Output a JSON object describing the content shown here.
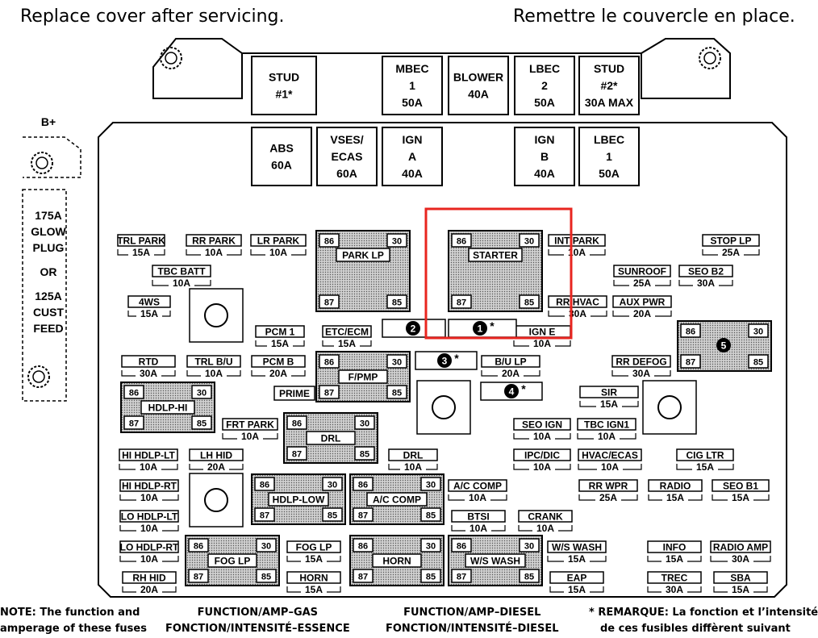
{
  "header": {
    "left": "Replace cover after servicing.",
    "right": "Remettre le couvercle en place."
  },
  "b_plus": "B+",
  "side_label": [
    "175A",
    "GLOW",
    "PLUG",
    "OR",
    "125A",
    "CUST",
    "FEED"
  ],
  "top_fuses": [
    {
      "id": "stud1",
      "lines": [
        "STUD",
        "#1*"
      ]
    },
    {
      "id": "mbec1",
      "lines": [
        "MBEC",
        "1",
        "50A"
      ]
    },
    {
      "id": "blower",
      "lines": [
        "BLOWER",
        "40A"
      ]
    },
    {
      "id": "lbec2",
      "lines": [
        "LBEC",
        "2",
        "50A"
      ]
    },
    {
      "id": "stud2",
      "lines": [
        "STUD",
        "#2*",
        "30A MAX"
      ]
    },
    {
      "id": "abs",
      "lines": [
        "ABS",
        "60A"
      ]
    },
    {
      "id": "vses",
      "lines": [
        "VSES/",
        "ECAS",
        "60A"
      ]
    },
    {
      "id": "igna",
      "lines": [
        "IGN",
        "A",
        "40A"
      ]
    },
    {
      "id": "ignb",
      "lines": [
        "IGN",
        "B",
        "40A"
      ]
    },
    {
      "id": "lbec1",
      "lines": [
        "LBEC",
        "1",
        "50A"
      ]
    }
  ],
  "mini_fuses": [
    {
      "id": "trl-park",
      "lines": [
        "TRL PARK",
        "15A"
      ]
    },
    {
      "id": "rr-park",
      "lines": [
        "RR PARK",
        "10A"
      ]
    },
    {
      "id": "lr-park",
      "lines": [
        "LR PARK",
        "10A"
      ]
    },
    {
      "id": "tbc-batt",
      "lines": [
        "TBC BATT",
        "10A"
      ]
    },
    {
      "id": "4ws",
      "lines": [
        "4WS",
        "15A"
      ]
    },
    {
      "id": "pcm1",
      "lines": [
        "PCM 1",
        "15A"
      ]
    },
    {
      "id": "etc-ecm",
      "lines": [
        "ETC/ECM",
        "15A"
      ]
    },
    {
      "id": "ign-e",
      "lines": [
        "IGN E",
        "10A"
      ]
    },
    {
      "id": "int-park",
      "lines": [
        "INT PARK",
        "10A"
      ]
    },
    {
      "id": "stop-lp",
      "lines": [
        "STOP LP",
        "25A"
      ]
    },
    {
      "id": "sunroof",
      "lines": [
        "SUNROOF",
        "25A"
      ]
    },
    {
      "id": "seo-b2",
      "lines": [
        "SEO B2",
        "30A"
      ]
    },
    {
      "id": "rr-hvac",
      "lines": [
        "RR HVAC",
        "30A"
      ]
    },
    {
      "id": "aux-pwr",
      "lines": [
        "AUX PWR",
        "20A"
      ]
    },
    {
      "id": "rtd",
      "lines": [
        "RTD",
        "30A"
      ]
    },
    {
      "id": "trl-bu",
      "lines": [
        "TRL B/U",
        "10A"
      ]
    },
    {
      "id": "pcm-b",
      "lines": [
        "PCM B",
        "20A"
      ]
    },
    {
      "id": "bu-lp",
      "lines": [
        "B/U LP",
        "20A"
      ]
    },
    {
      "id": "rr-defog",
      "lines": [
        "RR DEFOG",
        "30A"
      ]
    },
    {
      "id": "sir",
      "lines": [
        "SIR",
        "15A"
      ]
    },
    {
      "id": "frt-park",
      "lines": [
        "FRT PARK",
        "10A"
      ]
    },
    {
      "id": "seo-ign",
      "lines": [
        "SEO IGN",
        "10A"
      ]
    },
    {
      "id": "tbc-ign1",
      "lines": [
        "TBC IGN1",
        "10A"
      ]
    },
    {
      "id": "hi-hdlp-lt",
      "lines": [
        "HI HDLP-LT",
        "10A"
      ]
    },
    {
      "id": "lh-hid",
      "lines": [
        "LH HID",
        "20A"
      ]
    },
    {
      "id": "drl-fuse",
      "lines": [
        "DRL",
        "10A"
      ]
    },
    {
      "id": "ipc-dic",
      "lines": [
        "IPC/DIC",
        "10A"
      ]
    },
    {
      "id": "hvac-ecas",
      "lines": [
        "HVAC/ECAS",
        "10A"
      ]
    },
    {
      "id": "cig-ltr",
      "lines": [
        "CIG LTR",
        "15A"
      ]
    },
    {
      "id": "hi-hdlp-rt",
      "lines": [
        "HI HDLP-RT",
        "10A"
      ]
    },
    {
      "id": "ac-comp-fuse",
      "lines": [
        "A/C COMP",
        "10A"
      ]
    },
    {
      "id": "rr-wpr",
      "lines": [
        "RR WPR",
        "25A"
      ]
    },
    {
      "id": "radio",
      "lines": [
        "RADIO",
        "15A"
      ]
    },
    {
      "id": "seo-b1",
      "lines": [
        "SEO B1",
        "15A"
      ]
    },
    {
      "id": "lo-hdlp-lt",
      "lines": [
        "LO HDLP-LT",
        "10A"
      ]
    },
    {
      "id": "btsi",
      "lines": [
        "BTSI",
        "10A"
      ]
    },
    {
      "id": "crank",
      "lines": [
        "CRANK",
        "10A"
      ]
    },
    {
      "id": "lo-hdlp-rt",
      "lines": [
        "LO HDLP-RT",
        "10A"
      ]
    },
    {
      "id": "fog-lp-fuse",
      "lines": [
        "FOG LP",
        "15A"
      ]
    },
    {
      "id": "ws-wash-fuse",
      "lines": [
        "W/S WASH",
        "15A"
      ]
    },
    {
      "id": "info",
      "lines": [
        "INFO",
        "15A"
      ]
    },
    {
      "id": "radio-amp",
      "lines": [
        "RADIO AMP",
        "30A"
      ]
    },
    {
      "id": "rh-hid",
      "lines": [
        "RH HID",
        "20A"
      ]
    },
    {
      "id": "horn-fuse",
      "lines": [
        "HORN",
        "15A"
      ]
    },
    {
      "id": "eap",
      "lines": [
        "EAP",
        "15A"
      ]
    },
    {
      "id": "trec",
      "lines": [
        "TREC",
        "30A"
      ]
    },
    {
      "id": "sba",
      "lines": [
        "SBA",
        "15A"
      ]
    }
  ],
  "relays": [
    {
      "id": "park-lp",
      "label": "PARK LP"
    },
    {
      "id": "starter",
      "label": "STARTER"
    },
    {
      "id": "f-pmp",
      "label": "F/PMP"
    },
    {
      "id": "hdlp-hi",
      "label": "HDLP-HI"
    },
    {
      "id": "drl-relay",
      "label": "DRL"
    },
    {
      "id": "hdlp-low",
      "label": "HDLP-LOW"
    },
    {
      "id": "ac-comp-relay",
      "label": "A/C COMP"
    },
    {
      "id": "fog-lp-relay",
      "label": "FOG LP"
    },
    {
      "id": "horn-relay",
      "label": "HORN"
    },
    {
      "id": "ws-wash-relay",
      "label": "W/S WASH"
    },
    {
      "id": "relay5",
      "label": ""
    }
  ],
  "terminal_pins": [
    "86",
    "30",
    "87",
    "85"
  ],
  "prime_label": "PRIME",
  "markers": [
    {
      "id": "m1",
      "num": "1",
      "star": "*"
    },
    {
      "id": "m2",
      "num": "2",
      "star": ""
    },
    {
      "id": "m3",
      "num": "3",
      "star": "*"
    },
    {
      "id": "m4",
      "num": "4",
      "star": "*"
    },
    {
      "id": "m5",
      "num": "5",
      "star": ""
    }
  ],
  "highlight_color": "#e8251f",
  "footer": {
    "note": [
      "NOTE:  The function and",
      "amperage of these fuses"
    ],
    "gas": [
      "FUNCTION/AMP–GAS",
      "FONCTION/INTENSITÉ–ESSENCE"
    ],
    "diesel": [
      "FUNCTION/AMP–DIESEL",
      "FONCTION/INTENSITÉ–DIESEL"
    ],
    "remarque": [
      "*  REMARQUE:  La fonction et l’intensité",
      "de ces fusibles diffèrent suivant"
    ]
  }
}
